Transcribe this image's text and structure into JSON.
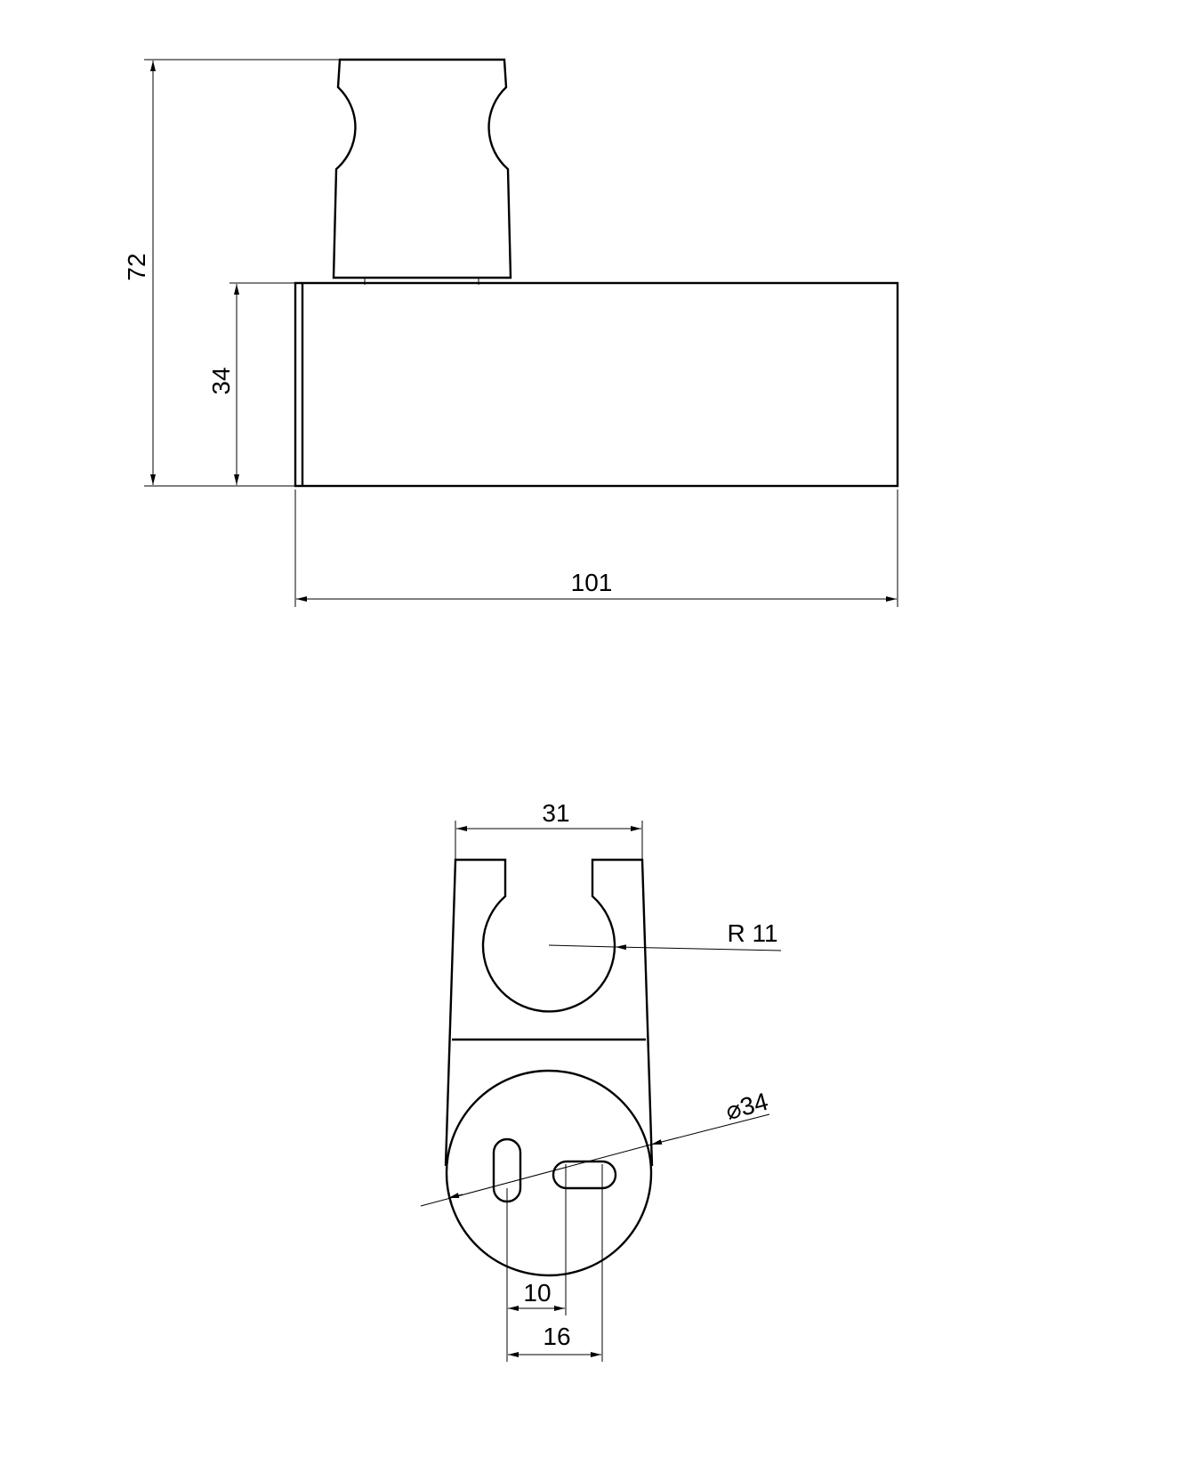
{
  "side_view": {
    "dimensions": {
      "total_height": "72",
      "body_height": "34",
      "length": "101"
    }
  },
  "front_view": {
    "dimensions": {
      "width": "31",
      "radius": "R 11",
      "diameter": "⌀34",
      "slot_offset_1": "10",
      "slot_offset_2": "16"
    }
  }
}
